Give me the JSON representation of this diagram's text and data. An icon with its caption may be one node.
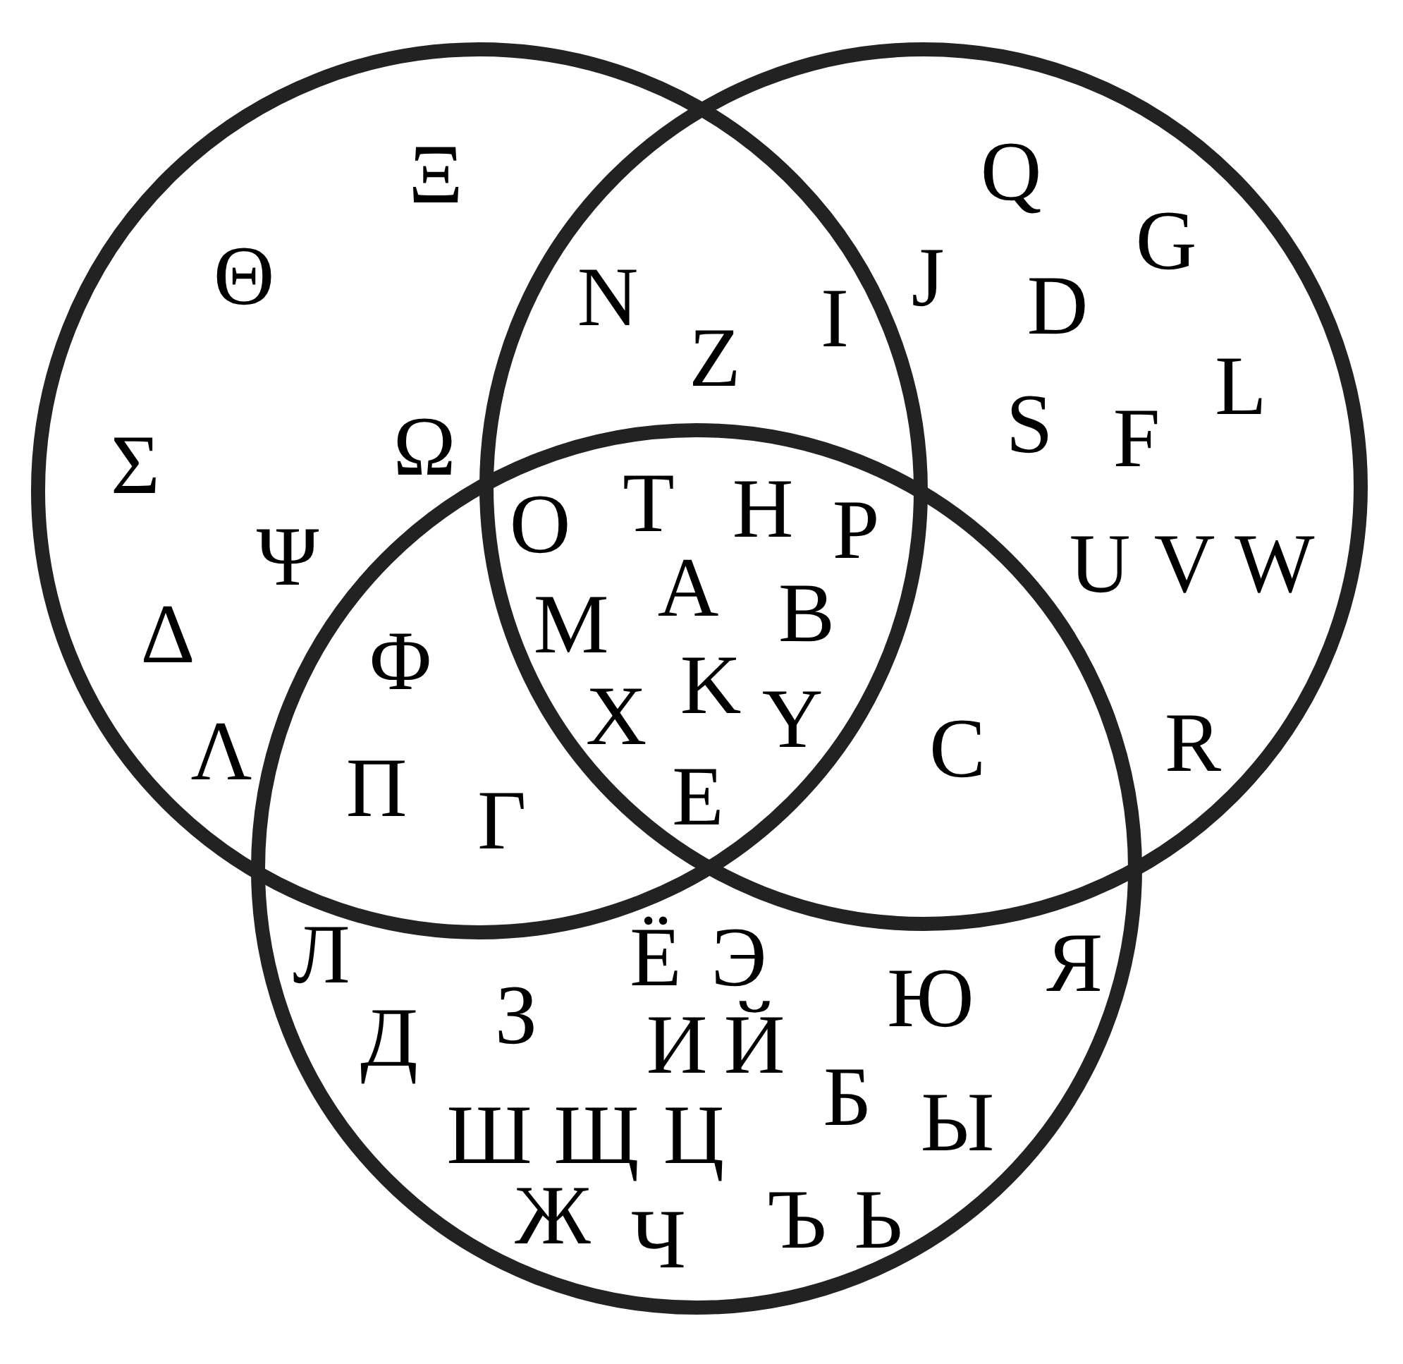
{
  "diagram": {
    "nodes": [
      {
        "text": [
          "Ξ",
          "Θ",
          "Σ",
          "Ω",
          "Ψ",
          "Δ",
          "Λ"
        ]
      },
      {
        "text": [
          "Q",
          "G",
          "J",
          "D",
          "L",
          "S",
          "F",
          "U",
          "V",
          "W",
          "R"
        ]
      },
      {
        "text": [
          "Л",
          "Ё",
          "Э",
          "Я",
          "Д",
          "З",
          "И",
          "Й",
          "Ю",
          "Ш",
          "Щ",
          "Ц",
          "Б",
          "Ы",
          "Ж",
          "Ч",
          "Ъ",
          "Ь"
        ]
      }
    ],
    "labels": [
      "N",
      "Z",
      "I",
      "O",
      "T",
      "H",
      "P",
      "M",
      "A",
      "B",
      "Φ",
      "X",
      "K",
      "Y",
      "C",
      "Π",
      "E",
      "Γ"
    ]
  }
}
